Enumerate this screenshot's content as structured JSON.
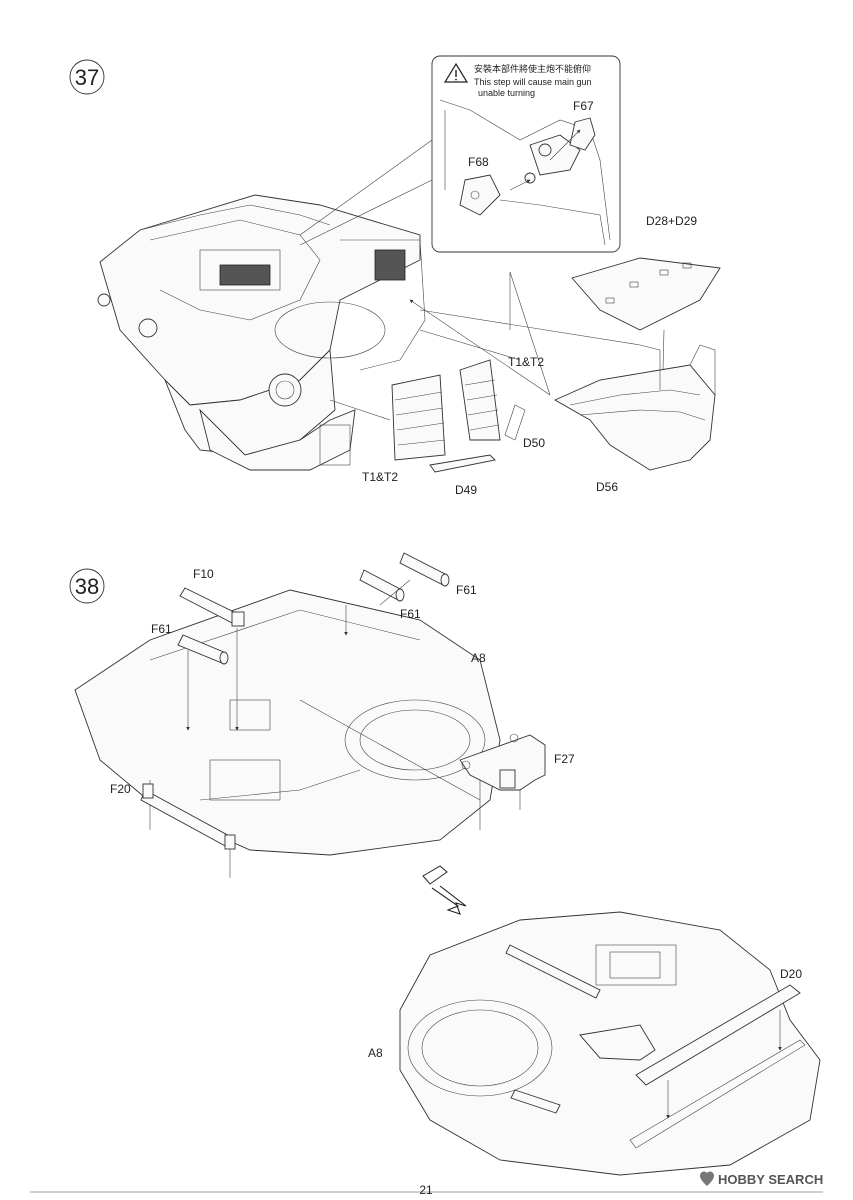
{
  "steps": [
    {
      "number": "37",
      "parts": {
        "d28_d29": "D28+D29",
        "t1_t2_upper": "T1&T2",
        "d50": "D50",
        "d56": "D56",
        "t1_t2_lower": "T1&T2",
        "d49": "D49"
      },
      "callout": {
        "warning_zh": "安裝本部件將使主炮不能俯仰",
        "warning_en_1": "This step will cause main gun",
        "warning_en_2": "unable turning",
        "f67": "F67",
        "f68": "F68"
      }
    },
    {
      "number": "38",
      "parts": {
        "f10": "F10",
        "f61_a": "F61",
        "f61_b": "F61",
        "f61_c": "F61",
        "a8_top": "A8",
        "f27": "F27",
        "f20": "F20",
        "d20": "D20",
        "a8_bottom": "A8"
      }
    }
  ],
  "footer": {
    "page_number": "21",
    "watermark": "HOBBY SEARCH"
  },
  "icons": [
    "warning-icon",
    "flip-hand-icon",
    "hobbysearch-logo-icon"
  ]
}
